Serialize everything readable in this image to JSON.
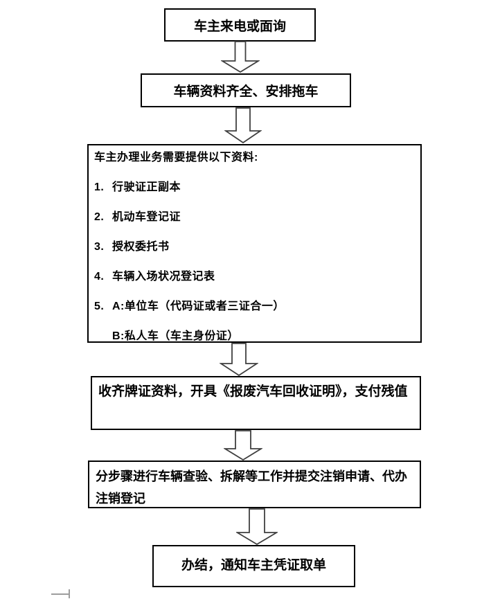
{
  "flowchart": {
    "step1": {
      "label": "车主来电或面询"
    },
    "step2": {
      "label": "车辆资料齐全、安排拖车"
    },
    "step3": {
      "title": "车主办理业务需要提供以下资料:",
      "items": [
        {
          "num": "1.",
          "text": "行驶证正副本"
        },
        {
          "num": "2.",
          "text": "机动车登记证"
        },
        {
          "num": "3.",
          "text": "授权委托书"
        },
        {
          "num": "4.",
          "text": "车辆入场状况登记表"
        },
        {
          "num": "5.",
          "text": "A:单位车（代码证或者三证合一）"
        },
        {
          "num": "",
          "text": "B:私人车（车主身份证）"
        }
      ]
    },
    "step4": {
      "label": "收齐牌证资料，开具《报废汽车回收证明》，支付残值"
    },
    "step5": {
      "lines": [
        "分步骤进行车辆查验、拆解等工作并提交注销申请、代办",
        "注销登记"
      ]
    },
    "step6": {
      "label": "办结，通知车主凭证取单"
    }
  },
  "colors": {
    "page_bg": "#ffffff",
    "box_border": "#000000",
    "text": "#000000",
    "arrow_outline": "#3f3f3f",
    "arrow_fill": "#ffffff",
    "table_fragment": "#9d9d9d"
  }
}
